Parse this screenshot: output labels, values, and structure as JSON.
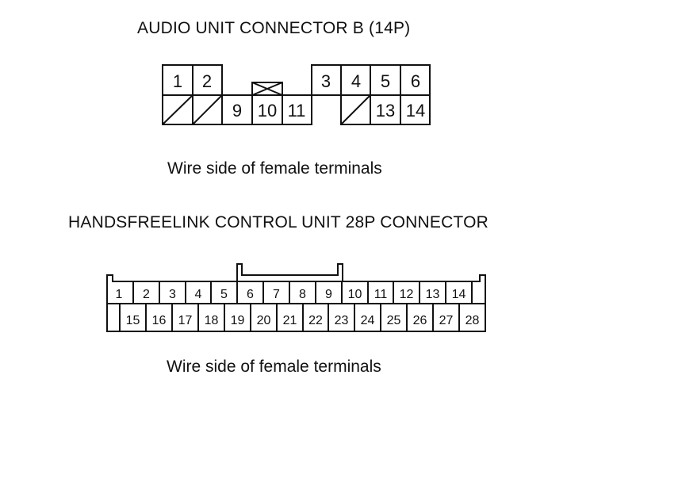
{
  "audio_connector": {
    "title": "AUDIO UNIT CONNECTOR B (14P)",
    "caption": "Wire side of female terminals",
    "top_row": [
      "1",
      "2",
      "3",
      "4",
      "5",
      "6"
    ],
    "bottom_row": [
      "9",
      "10",
      "11",
      "13",
      "14"
    ]
  },
  "handsfree_connector": {
    "title": "HANDSFREELINK CONTROL UNIT 28P CONNECTOR",
    "caption": "Wire side of female terminals",
    "top_row": [
      "1",
      "2",
      "3",
      "4",
      "5",
      "6",
      "7",
      "8",
      "9",
      "10",
      "11",
      "12",
      "13",
      "14"
    ],
    "bottom_row": [
      "15",
      "16",
      "17",
      "18",
      "19",
      "20",
      "21",
      "22",
      "23",
      "24",
      "25",
      "26",
      "27",
      "28"
    ]
  }
}
